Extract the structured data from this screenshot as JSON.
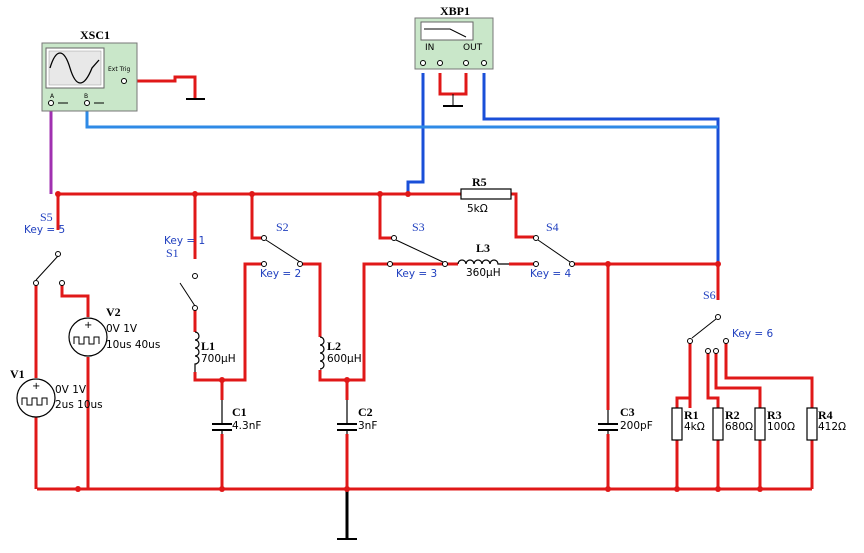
{
  "instruments": {
    "scope": {
      "ref": "XSC1",
      "ext_trig": "Ext Trig",
      "ch_a": "A",
      "ch_b": "B"
    },
    "bode": {
      "ref": "XBP1",
      "in": "IN",
      "out": "OUT"
    }
  },
  "sources": {
    "v1": {
      "ref": "V1",
      "line1": "0V 1V",
      "line2": "2us 10us"
    },
    "v2": {
      "ref": "V2",
      "line1": "0V 1V",
      "line2": "10us 40us"
    }
  },
  "switches": {
    "s1": {
      "ref": "S1",
      "key": "Key = 1"
    },
    "s2": {
      "ref": "S2",
      "key": "Key = 2"
    },
    "s3": {
      "ref": "S3",
      "key": "Key = 3"
    },
    "s4": {
      "ref": "S4",
      "key": "Key = 4"
    },
    "s5": {
      "ref": "S5",
      "key": "Key = 5"
    },
    "s6": {
      "ref": "S6",
      "key": "Key = 6"
    }
  },
  "inductors": {
    "l1": {
      "ref": "L1",
      "value": "700µH"
    },
    "l2": {
      "ref": "L2",
      "value": "600µH"
    },
    "l3": {
      "ref": "L3",
      "value": "360µH"
    }
  },
  "capacitors": {
    "c1": {
      "ref": "C1",
      "value": "4.3nF"
    },
    "c2": {
      "ref": "C2",
      "value": "3nF"
    },
    "c3": {
      "ref": "C3",
      "value": "200pF"
    }
  },
  "resistors": {
    "r1": {
      "ref": "R1",
      "value": "4kΩ"
    },
    "r2": {
      "ref": "R2",
      "value": "680Ω"
    },
    "r3": {
      "ref": "R3",
      "value": "100Ω"
    },
    "r4": {
      "ref": "R4",
      "value": "412Ω"
    },
    "r5": {
      "ref": "R5",
      "value": "5kΩ"
    }
  },
  "colors": {
    "wire_main": "#e01818",
    "wire_bode": "#1a4fd8",
    "wire_scope_b": "#2e8ae6",
    "wire_scope_a": "#a030b0",
    "label_blue": "#1f3fbf",
    "instrument_body": "#c9e7c9"
  }
}
